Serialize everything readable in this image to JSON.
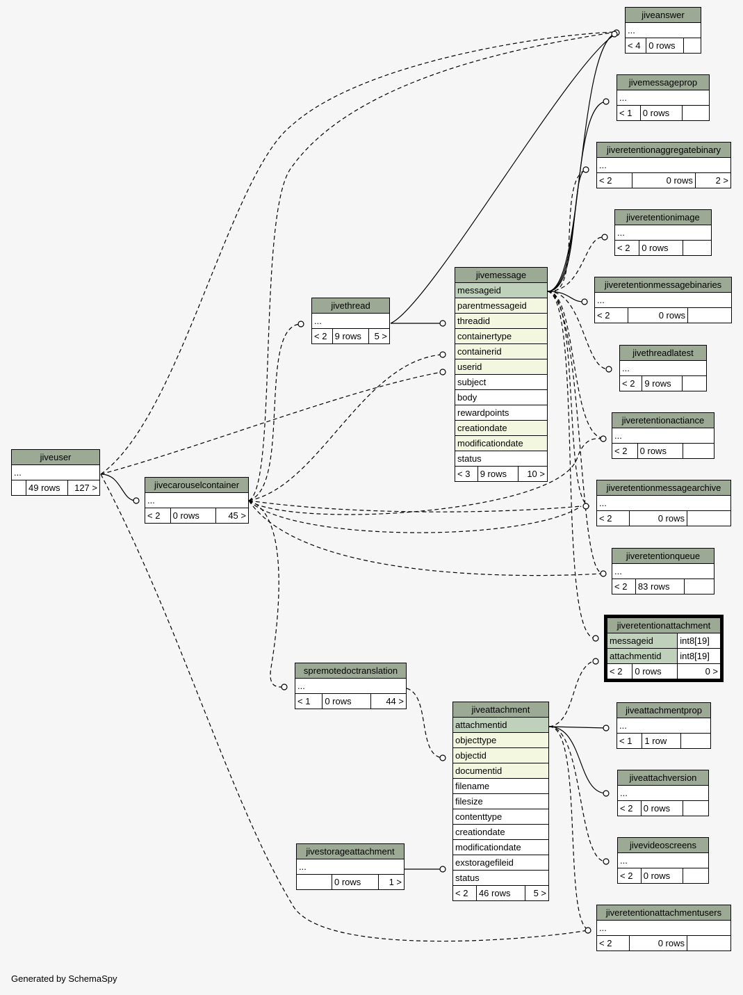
{
  "footer": "Generated by SchemaSpy",
  "tables": {
    "jiveanswer": {
      "name": "jiveanswer",
      "col": "...",
      "parents": "< 4",
      "rows": "0 rows",
      "children": ""
    },
    "jivemessageprop": {
      "name": "jivemessageprop",
      "col": "...",
      "parents": "< 1",
      "rows": "0 rows",
      "children": ""
    },
    "jiveretentionaggregatebinary": {
      "name": "jiveretentionaggregatebinary",
      "col": "...",
      "parents": "< 2",
      "rows": "0 rows",
      "children": "2 >"
    },
    "jiveretentionimage": {
      "name": "jiveretentionimage",
      "col": "...",
      "parents": "< 2",
      "rows": "0 rows",
      "children": ""
    },
    "jiveretentionmessagebinaries": {
      "name": "jiveretentionmessagebinaries",
      "col": "...",
      "parents": "< 2",
      "rows": "0 rows",
      "children": ""
    },
    "jivethreadlatest": {
      "name": "jivethreadlatest",
      "col": "...",
      "parents": "< 2",
      "rows": "9 rows",
      "children": ""
    },
    "jiveretentionactiance": {
      "name": "jiveretentionactiance",
      "col": "...",
      "parents": "< 2",
      "rows": "0 rows",
      "children": ""
    },
    "jiveretentionmessagearchive": {
      "name": "jiveretentionmessagearchive",
      "col": "...",
      "parents": "< 2",
      "rows": "0 rows",
      "children": ""
    },
    "jiveretentionqueue": {
      "name": "jiveretentionqueue",
      "col": "...",
      "parents": "< 2",
      "rows": "83 rows",
      "children": ""
    },
    "jiveretentionattachment": {
      "name": "jiveretentionattachment",
      "col1": "messageid",
      "type1": "int8[19]",
      "col2": "attachmentid",
      "type2": "int8[19]",
      "parents": "< 2",
      "rows": "0 rows",
      "children": "0 >"
    },
    "jiveattachmentprop": {
      "name": "jiveattachmentprop",
      "col": "...",
      "parents": "< 1",
      "rows": "1 row",
      "children": ""
    },
    "jiveattachversion": {
      "name": "jiveattachversion",
      "col": "...",
      "parents": "< 2",
      "rows": "0 rows",
      "children": ""
    },
    "jivevideoscreens": {
      "name": "jivevideoscreens",
      "col": "...",
      "parents": "< 2",
      "rows": "0 rows",
      "children": ""
    },
    "jiveretentionattachmentusers": {
      "name": "jiveretentionattachmentusers",
      "col": "...",
      "parents": "< 2",
      "rows": "0 rows",
      "children": ""
    },
    "jiveuser": {
      "name": "jiveuser",
      "col": "...",
      "parents": "",
      "rows": "49 rows",
      "children": "127 >"
    },
    "jivecarouselcontainer": {
      "name": "jivecarouselcontainer",
      "col": "...",
      "parents": "< 2",
      "rows": "0 rows",
      "children": "45 >"
    },
    "jivethread": {
      "name": "jivethread",
      "col": "...",
      "parents": "< 2",
      "rows": "9 rows",
      "children": "5 >"
    },
    "spremotedoctranslation": {
      "name": "spremotedoctranslation",
      "col": "...",
      "parents": "< 1",
      "rows": "0 rows",
      "children": "44 >"
    },
    "jivestorageattachment": {
      "name": "jivestorageattachment",
      "col": "...",
      "parents": "",
      "rows": "0 rows",
      "children": "1 >"
    },
    "jivemessage": {
      "name": "jivemessage",
      "columns": [
        "messageid",
        "parentmessageid",
        "threadid",
        "containertype",
        "containerid",
        "userid",
        "subject",
        "body",
        "rewardpoints",
        "creationdate",
        "modificationdate",
        "status"
      ],
      "parents": "< 3",
      "rows": "9 rows",
      "children": "10 >"
    },
    "jiveattachment": {
      "name": "jiveattachment",
      "columns": [
        "attachmentid",
        "objecttype",
        "objectid",
        "documentid",
        "filename",
        "filesize",
        "contenttype",
        "creationdate",
        "modificationdate",
        "exstoragefileid",
        "status"
      ],
      "parents": "< 2",
      "rows": "46 rows",
      "children": "5 >"
    }
  }
}
